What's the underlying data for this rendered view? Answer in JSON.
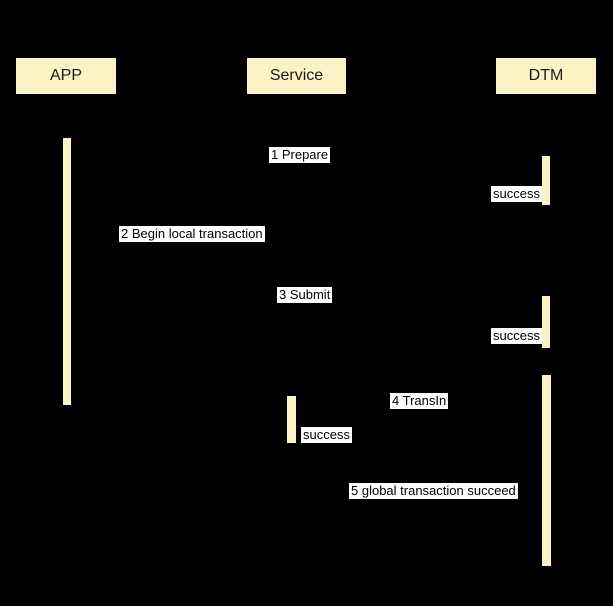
{
  "diagram": {
    "type": "sequence-diagram",
    "background_color": "#000000",
    "actor_fill_color": "#FAF3C5",
    "label_background_color": "#FFFFFF",
    "label_text_color": "#000000",
    "participants": [
      {
        "name": "APP"
      },
      {
        "name": "Service"
      },
      {
        "name": "DTM"
      }
    ],
    "messages": [
      {
        "label": "1 Prepare"
      },
      {
        "label": "success"
      },
      {
        "label": "2 Begin local transaction"
      },
      {
        "label": "3 Submit"
      },
      {
        "label": "success"
      },
      {
        "label": "4 TransIn"
      },
      {
        "label": "success"
      },
      {
        "label": "5 global transaction succeed"
      }
    ],
    "activations": [
      {
        "participant": "APP"
      },
      {
        "participant": "DTM"
      },
      {
        "participant": "DTM"
      },
      {
        "participant": "Service"
      },
      {
        "participant": "DTM"
      }
    ]
  }
}
